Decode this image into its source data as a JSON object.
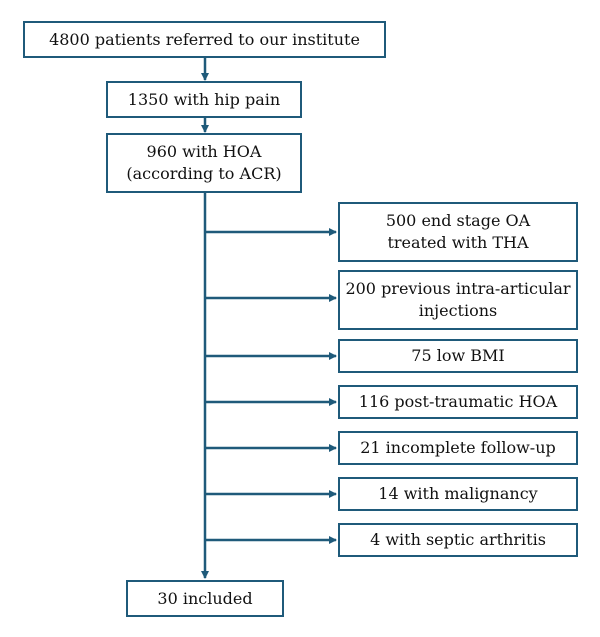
{
  "colors": {
    "stroke": "#1f5a7a",
    "text": "#111111",
    "background": "#ffffff"
  },
  "flow": {
    "referred": "4800 patients referred to our institute",
    "hip_pain": "1350 with hip pain",
    "hoa_line1": "960 with HOA",
    "hoa_line2": "(according to ACR)",
    "included": "30 included"
  },
  "exclusions": [
    {
      "line1": "500 end stage OA",
      "line2": "treated with THA"
    },
    {
      "line1": "200 previous intra-articular",
      "line2": "injections"
    },
    {
      "line1": "75 low BMI",
      "line2": ""
    },
    {
      "line1": "116 post-traumatic HOA",
      "line2": ""
    },
    {
      "line1": "21 incomplete follow-up",
      "line2": ""
    },
    {
      "line1": "14 with malignancy",
      "line2": ""
    },
    {
      "line1": "4 with septic arthritis",
      "line2": ""
    }
  ]
}
